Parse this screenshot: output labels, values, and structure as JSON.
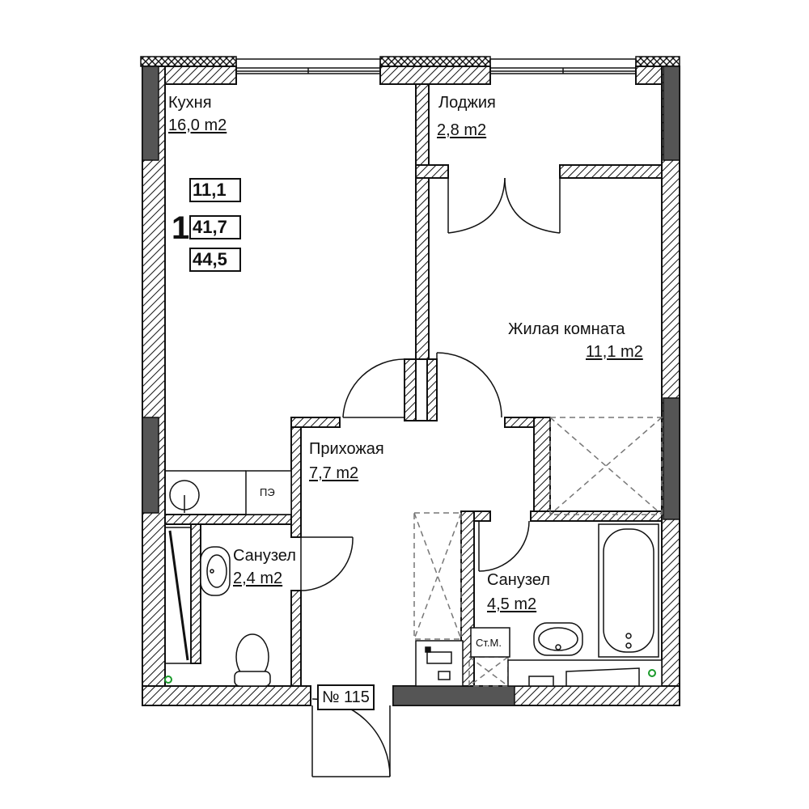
{
  "rooms": {
    "kitchen": {
      "name": "Кухня",
      "area": "16,0 m2"
    },
    "loggia": {
      "name": "Лоджия",
      "area": "2,8 m2"
    },
    "living": {
      "name": "Жилая комната",
      "area": "11,1 m2"
    },
    "hall": {
      "name": "Прихожая",
      "area": "7,7 m2"
    },
    "wc_small": {
      "name": "Санузел",
      "area": "2,4 m2"
    },
    "bath": {
      "name": "Санузел",
      "area": "4,5 m2"
    }
  },
  "summary": {
    "room_count": "1",
    "living_area": "11,1",
    "total_area": "41,7",
    "total_with_loggia": "44,5"
  },
  "tags": {
    "pe": "ПЭ",
    "riser": "Ст.М."
  },
  "apartment_number": "№ 115",
  "colors": {
    "wall": "#111111",
    "hatch_fill": "#ffffff",
    "concrete": "#555555",
    "riser_dot": "#1a9a2a",
    "dashed": "#777777"
  }
}
